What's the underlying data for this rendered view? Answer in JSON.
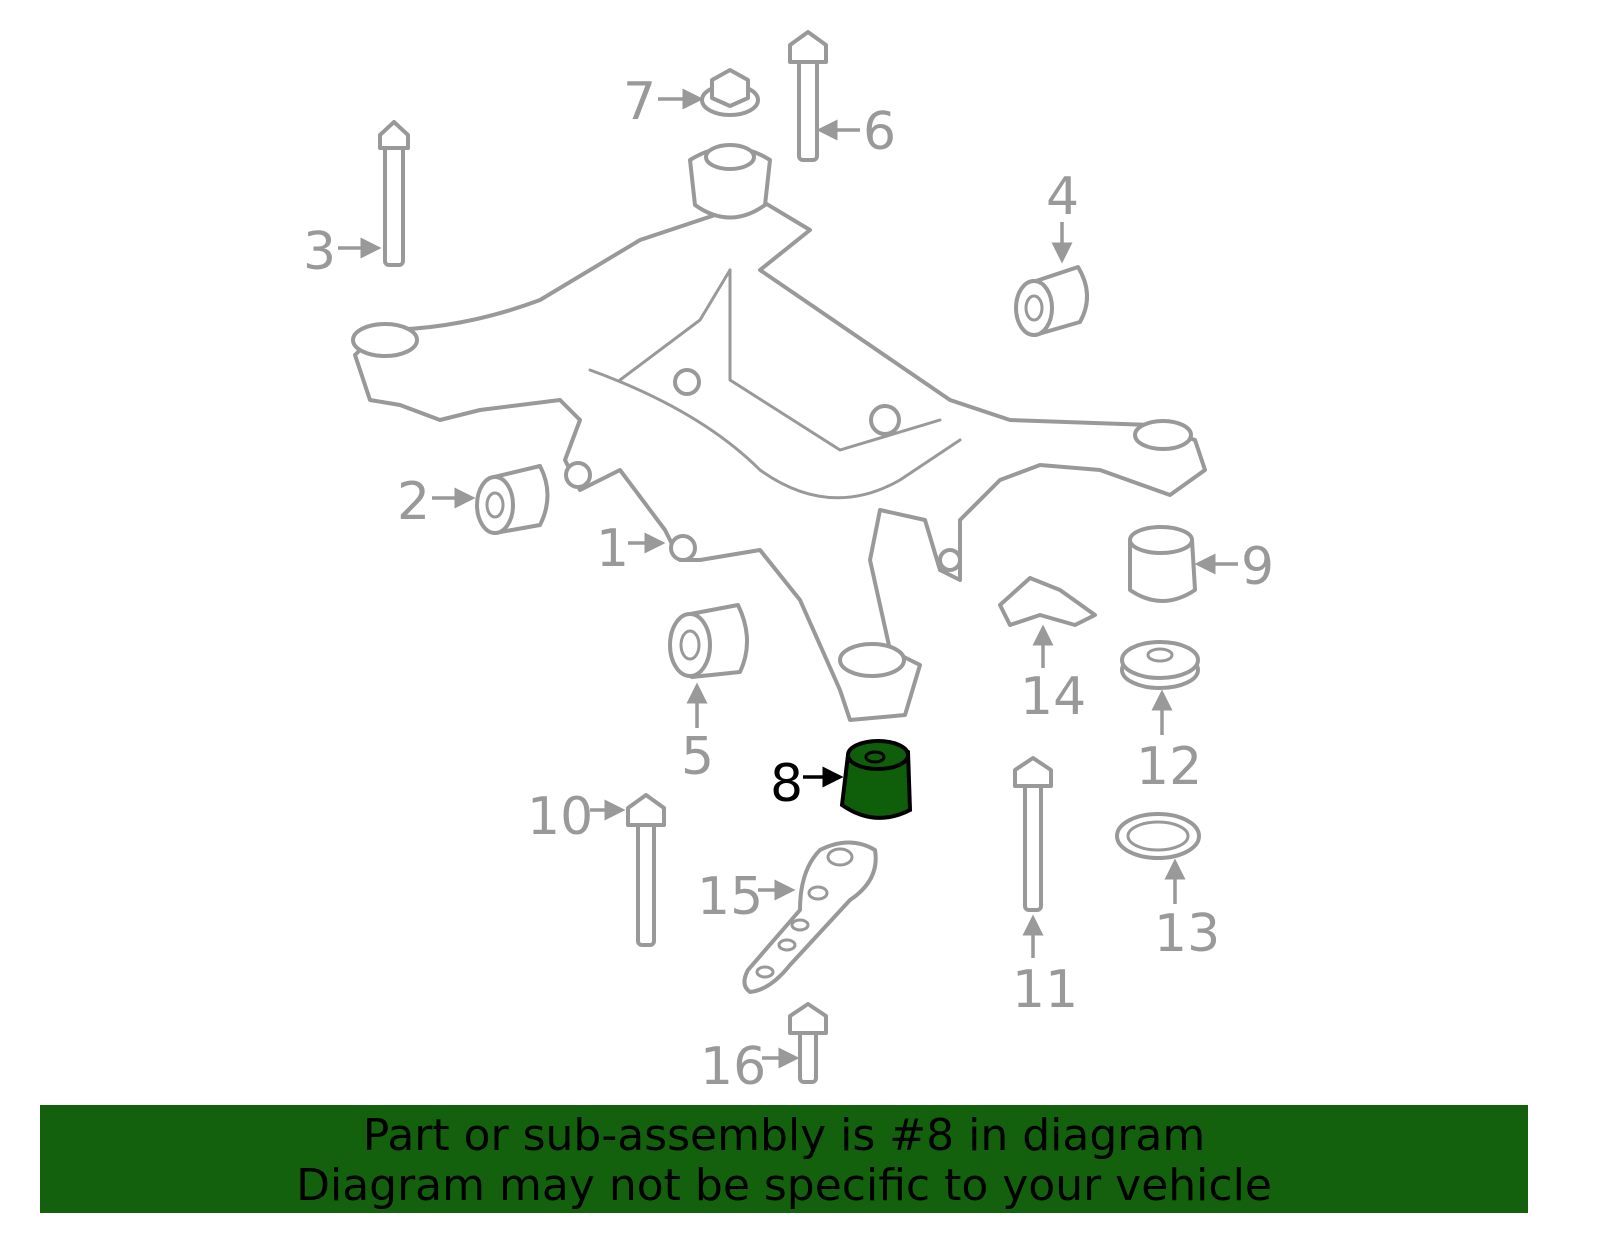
{
  "diagram": {
    "highlight_part": "8",
    "highlight_color": "#13610c",
    "labels": [
      "1",
      "2",
      "3",
      "4",
      "5",
      "6",
      "7",
      "8",
      "9",
      "10",
      "11",
      "12",
      "13",
      "14",
      "15",
      "16"
    ]
  },
  "banner": {
    "line1": "Part or sub-assembly is #8 in diagram",
    "line2": "Diagram may not be specific to your vehicle",
    "color": "#13610c"
  }
}
